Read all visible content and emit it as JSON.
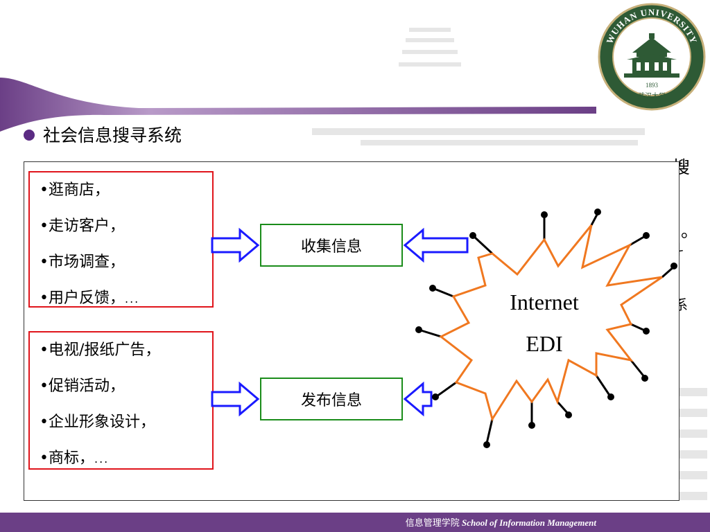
{
  "slide": {
    "heading": "社会信息搜寻系统",
    "right_fragments": [
      "搜",
      "。",
      "斗",
      "系"
    ]
  },
  "collect_group": {
    "items": [
      "•逛商店，",
      "•走访客户，",
      "•市场调查，",
      "•用户反馈，"
    ],
    "ellipsis": "...",
    "box_label": "收集信息"
  },
  "publish_group": {
    "items": [
      "•电视/报纸广告，",
      "•促销活动，",
      "•企业形象设计，",
      "•商标，"
    ],
    "ellipsis": "...",
    "box_label": "发布信息"
  },
  "network": {
    "line1": "Internet",
    "line2": "EDI"
  },
  "logo": {
    "arc_text": "WUHAN UNIVERSITY",
    "year": "1893",
    "calligraphy": "武汉大学"
  },
  "footer": {
    "cn": "信息管理学院",
    "en": "School of Information Management"
  },
  "colors": {
    "accent_purple": "#6b3f86",
    "red_border": "#e0141b",
    "green_border": "#1a8c1a",
    "arrow_blue": "#1a1aff",
    "star_orange": "#f07820"
  }
}
